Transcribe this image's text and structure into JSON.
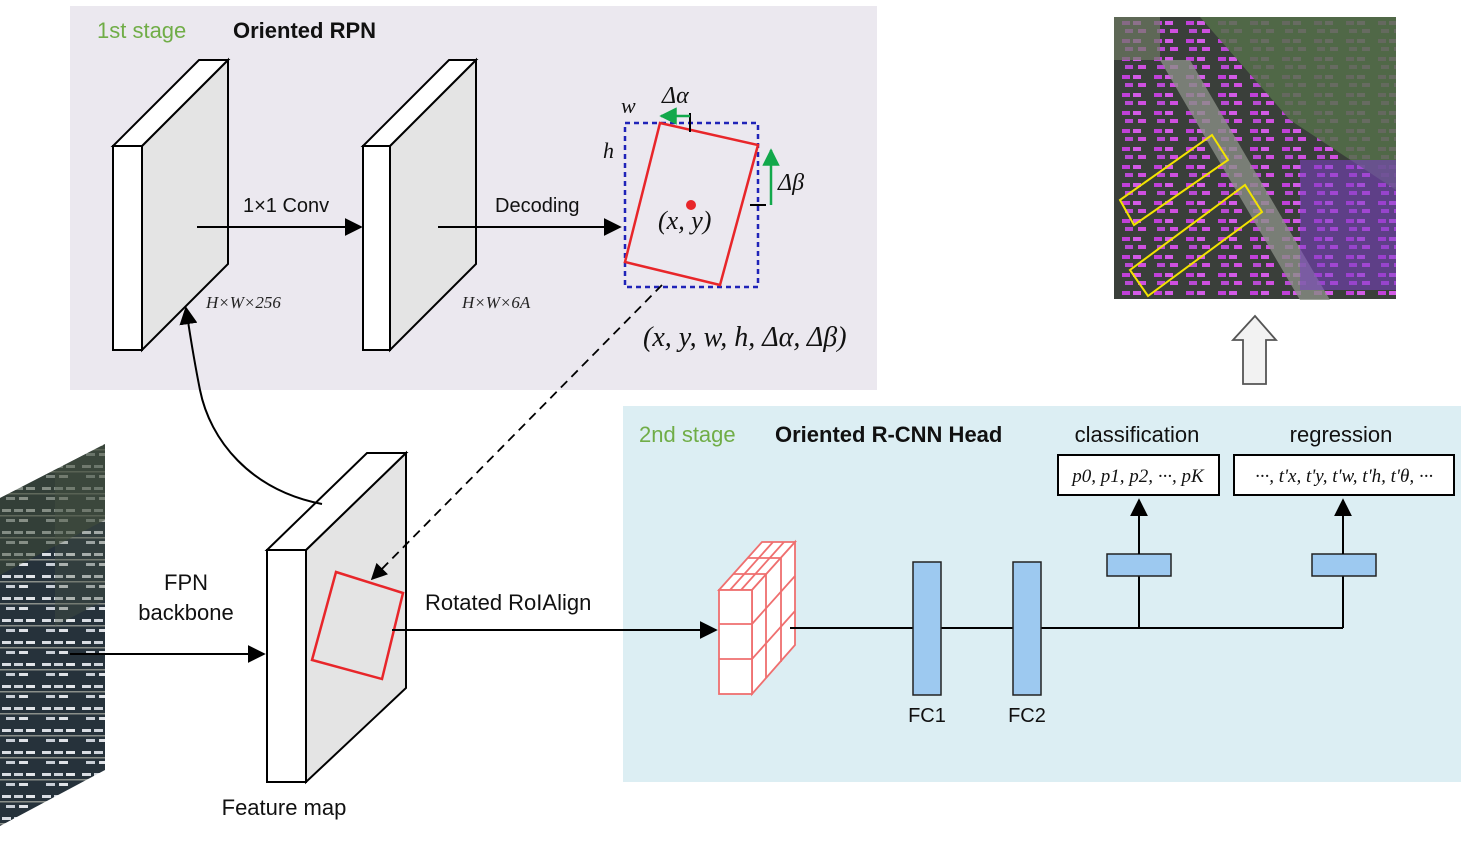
{
  "stage1": {
    "stage_label": "1st stage",
    "title": "Oriented RPN",
    "conv_label": "1×1 Conv",
    "decoding_label": "Decoding",
    "fmap1_dims": "H×W×256",
    "fmap2_dims": "H×W×6A",
    "box_w": "w",
    "box_h": "h",
    "delta_alpha": "Δα",
    "delta_beta": "Δβ",
    "center": "(x, y)",
    "params": "(x, y, w, h, Δα, Δβ)"
  },
  "input": {
    "fpn_line1": "FPN",
    "fpn_line2": "backbone",
    "feature_map_label": "Feature map",
    "roialign_label": "Rotated RoIAlign"
  },
  "stage2": {
    "stage_label": "2nd stage",
    "title": "Oriented R-CNN Head",
    "classification_label": "classification",
    "regression_label": "regression",
    "classification_output": "p0, p1, p2, ···, pK",
    "regression_output": "···, t'x, t'y, t'w, t'h, t'θ, ···",
    "fc1": "FC1",
    "fc2": "FC2"
  },
  "colors": {
    "stage1_bg": "#ebe8ef",
    "stage2_bg": "#dceef3",
    "stage_label": "#70ad47",
    "rotated_box": "#e8262a",
    "anchor_box": "#1f23b8",
    "delta_arrow": "#12a84b",
    "fc_fill": "#9dc9f0",
    "roi_grid": "#ef6f6f"
  },
  "icons": [
    "aerial-image-input",
    "aerial-image-result",
    "hollow-up-arrow-icon"
  ]
}
